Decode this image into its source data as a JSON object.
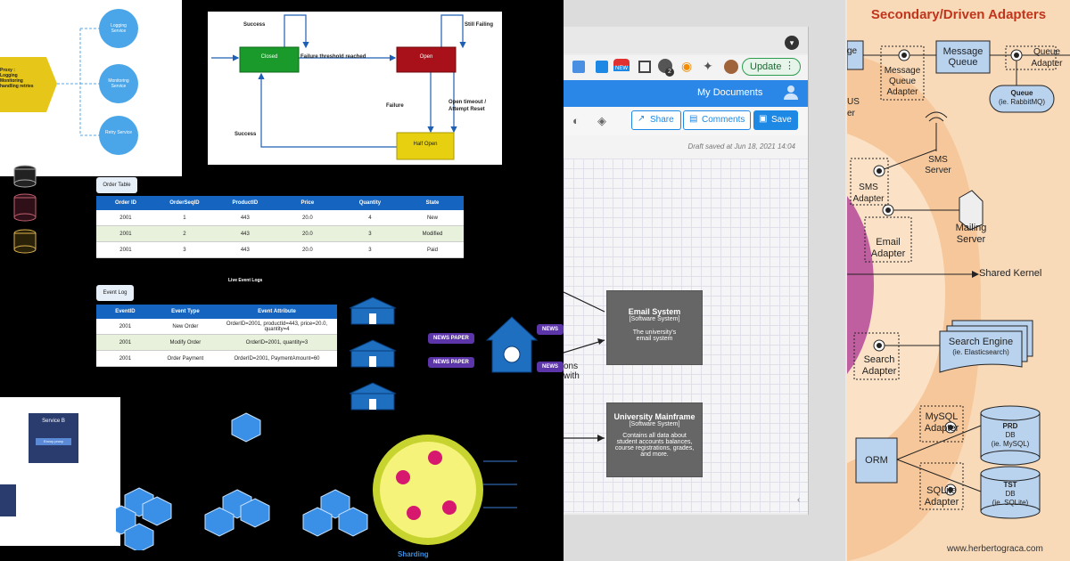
{
  "left": {
    "async_diagram": {
      "services": [
        "Logging Service",
        "Monitoring Service",
        "Retry Service"
      ],
      "lines": [
        "Proxy :",
        "Logging",
        "Monitoring",
        "handling retries"
      ]
    },
    "circuit_breaker": {
      "states": {
        "closed": "Closed",
        "open": "Open",
        "half_open": "Half Open"
      },
      "labels": {
        "success_top": "Success",
        "still_failing": "Still Failing",
        "threshold": "Failure threshold reached",
        "failure": "Failure",
        "open_timeout": "Open timeout /",
        "attempt_reset": "Attempt Reset",
        "success_left": "Success"
      }
    },
    "order_table": {
      "title": "Order Table",
      "headers": [
        "Order ID",
        "OrderSeqID",
        "ProductID",
        "Price",
        "Quantity",
        "State"
      ],
      "rows": [
        [
          "2001",
          "1",
          "443",
          "20.0",
          "4",
          "New"
        ],
        [
          "2001",
          "2",
          "443",
          "20.0",
          "3",
          "Modified"
        ],
        [
          "2001",
          "3",
          "443",
          "20.0",
          "3",
          "Paid"
        ]
      ]
    },
    "live_event_logs": "Live Event Logs",
    "event_log": {
      "title": "Event Log",
      "headers": [
        "EventID",
        "Event Type",
        "Event Attribute"
      ],
      "rows": [
        [
          "2001",
          "New Order",
          "OrderID=2001, productId=443, price=20.0, quantity=4"
        ],
        [
          "2001",
          "Modify Order",
          "OrderID=2001, quantity=3"
        ],
        [
          "2001",
          "Order Payment",
          "OrderID=2001, PaymentAmount=60"
        ]
      ]
    },
    "news_badges": [
      "NEWS PAPER",
      "NEWS PAPER",
      "NEWS",
      "NEWS"
    ],
    "service_box": {
      "title": "Service B",
      "inner": "Envoy proxy"
    },
    "sharding": "Sharding"
  },
  "middle": {
    "update_button": "Update",
    "new_badge": "NEW",
    "count_badge": "2",
    "doc_title": "My Documents",
    "share": "Share",
    "comments": "Comments",
    "save": "Save",
    "draft": "Draft saved at Jun 18, 2021 14:04",
    "email_system": {
      "title": "Email System",
      "type": "[Software System]",
      "desc": "The university's email system"
    },
    "mainframe": {
      "title": "University Mainframe",
      "type": "[Software System]",
      "desc": "Contains all data about student accounts balances, course registrations, grades, and more."
    },
    "edge_fragment": [
      "ons",
      "with"
    ]
  },
  "right": {
    "title": "Secondary/Driven Adapters",
    "message_queue_adapter": [
      "Message",
      "Queue",
      "Adapter"
    ],
    "message_queue": [
      "Message",
      "Queue"
    ],
    "queue_adapter": [
      "Queue",
      "Adapter"
    ],
    "queue_db": [
      "Queue",
      "(ie. RabbitMQ)"
    ],
    "sms_server": [
      "SMS",
      "Server"
    ],
    "sms_adapter": [
      "SMS",
      "Adapter"
    ],
    "email_adapter": [
      "Email",
      "Adapter"
    ],
    "mailing_server": [
      "Mailing",
      "Server"
    ],
    "shared_kernel": "Shared Kernel",
    "search_adapter": [
      "Search",
      "Adapter"
    ],
    "search_engine": [
      "Search Engine",
      "(ie. Elasticsearch)"
    ],
    "mysql_adapter": [
      "MySQL",
      "Adapter"
    ],
    "prd_db": [
      "PRD",
      "DB",
      "(ie. MySQL)"
    ],
    "orm": "ORM",
    "sqlite_adapter": [
      "SQLite",
      "Adapter"
    ],
    "tst_db": [
      "TST",
      "DB",
      "(ie. SQLite)"
    ],
    "partial_labels": [
      "ge",
      "US",
      "er"
    ],
    "footer": "www.herbertograca.com"
  }
}
